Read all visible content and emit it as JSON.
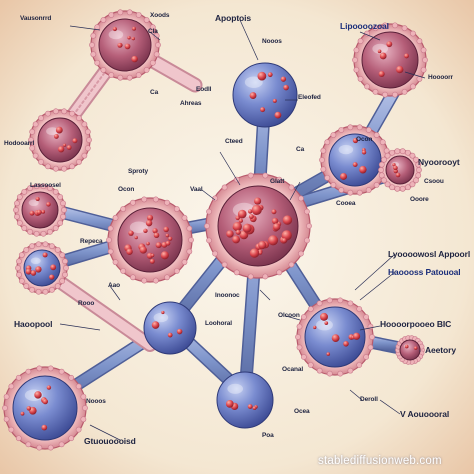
{
  "labels": [
    "Apoptois",
    "Lipoooozoal",
    "Hoooorr",
    "Ocon",
    "Ocon",
    "Nyoorooyt",
    "Lyoooowosl Appoorl",
    "Haoooss Patouoal",
    "Hoooorpooeo BIC",
    "Haoopool",
    "Aeetory",
    "V Aouoooral",
    "Gtuouoooisd",
    "Vausonrrd",
    "Repeca",
    "Xoods",
    "Hodooarrl",
    "Loohoral",
    "Lassoosel",
    "Olcoon",
    "Ca",
    "Ca",
    "Cteed",
    "Ocanal",
    "Ocea",
    "Poa",
    "Inoonoc",
    "Eodll",
    "Eleofed",
    "Cooea",
    "Csoou",
    "Cla",
    "Glatt",
    "Vaal",
    "Nooos",
    "Rooo",
    "Ahreas",
    "Nooos",
    "Ooore",
    "Aao",
    "Deroll",
    "Sproty"
  ],
  "watermark": "stablediffusionweb.com",
  "colors": {
    "background": "#f3ead9",
    "vessel": "#7f95cb",
    "membrane": "#e8a7b0",
    "nucleus_blue": "#5c6fb8",
    "nucleus_red": "#b04a5e",
    "granule": "#d84a4f"
  }
}
